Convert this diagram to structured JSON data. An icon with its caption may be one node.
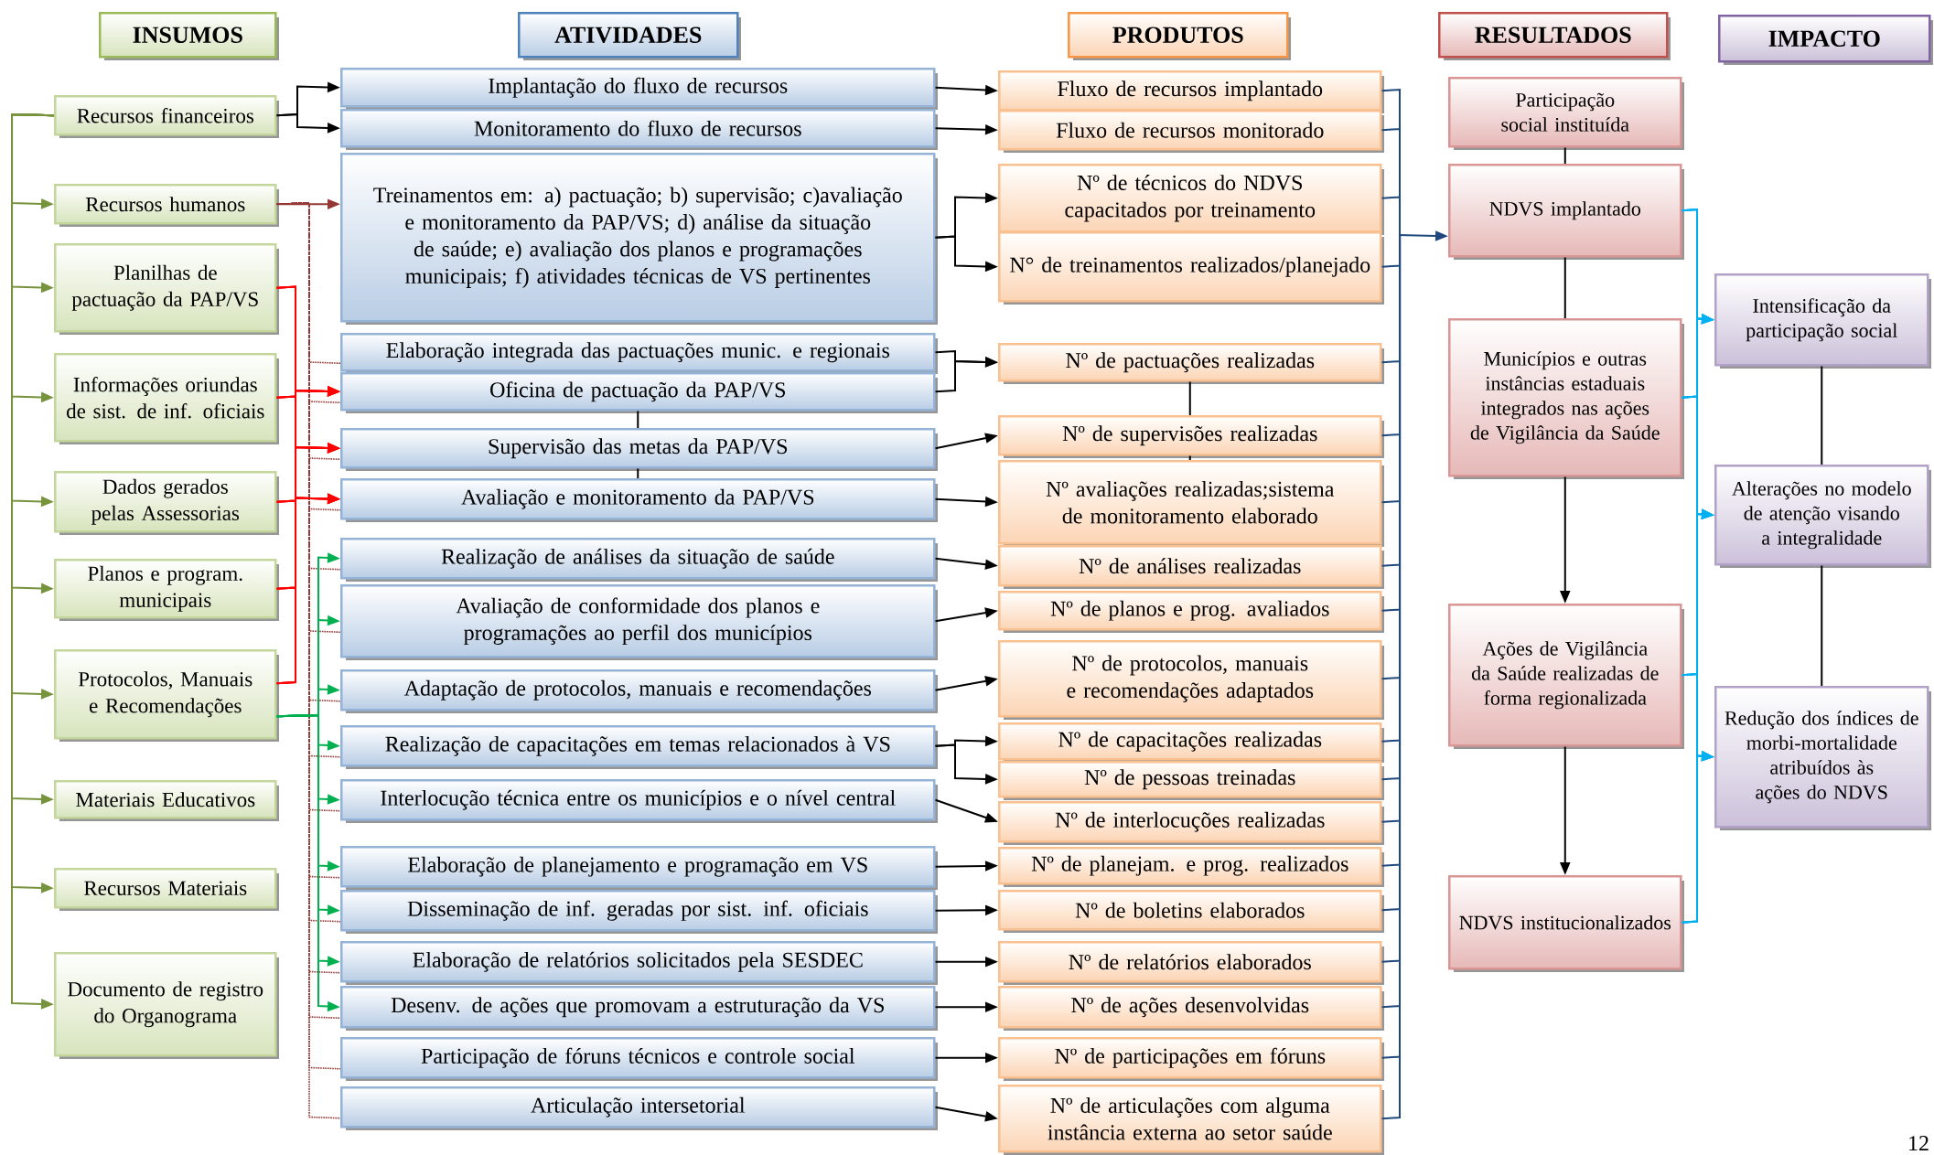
{
  "diagram": {
    "nodes": [
      {
        "text": [
          "INSUMOS"
        ]
      },
      {
        "text": [
          "ATIVIDADES"
        ]
      },
      {
        "text": [
          "PRODUTOS"
        ]
      },
      {
        "text": [
          "RESULTADOS"
        ]
      },
      {
        "text": [
          "IMPACTO"
        ]
      },
      {
        "text": [
          "Recursos financeiros"
        ]
      },
      {
        "text": [
          "Recursos humanos"
        ]
      },
      {
        "text": [
          "Planilhas de pactuação da PAP/VS"
        ]
      },
      {
        "text": [
          "Informações oriundas de sist. de inf. oficiais"
        ]
      },
      {
        "text": [
          "Dados gerados pelas Assessorias"
        ]
      },
      {
        "text": [
          "Planos e program. municipais"
        ]
      },
      {
        "text": [
          "Protocolos, Manuais e Recomendações"
        ]
      },
      {
        "text": [
          "Materiais Educativos"
        ]
      },
      {
        "text": [
          "Recursos Materiais"
        ]
      },
      {
        "text": [
          "Documento de registro do Organograma"
        ]
      },
      {
        "text": [
          "Implantação do fluxo de recursos"
        ]
      },
      {
        "text": [
          "Monitoramento do fluxo de recursos"
        ]
      },
      {
        "text": [
          "Treinamentos em: a) pactuação; b) supervisão; c)avaliação e monitoramento da PAP/VS; d) análise da situação de saúde; e) avaliação dos planos e programações municipais; f) atividades técnicas de VS pertinentes"
        ]
      },
      {
        "text": [
          "Elaboração integrada das pactuações munic. e regionais"
        ]
      },
      {
        "text": [
          "Oficina de pactuação da PAP/VS"
        ]
      },
      {
        "text": [
          "Supervisão das metas da PAP/VS"
        ]
      },
      {
        "text": [
          "Avaliação e monitoramento da PAP/VS"
        ]
      },
      {
        "text": [
          "Realização de análises da situação de saúde"
        ]
      },
      {
        "text": [
          "Avaliação de conformidade dos planos e programações ao perfil dos municípios"
        ]
      },
      {
        "text": [
          "Adaptação de protocolos, manuais e recomendações"
        ]
      },
      {
        "text": [
          "Realização de capacitações em temas relacionados à VS"
        ]
      },
      {
        "text": [
          "Interlocução técnica entre os municípios e o nível central"
        ]
      },
      {
        "text": [
          "Elaboração de planejamento e programação em VS"
        ]
      },
      {
        "text": [
          "Disseminação de inf. geradas por sist. inf. oficiais"
        ]
      },
      {
        "text": [
          "Elaboração de relatórios solicitados pela SESDEC"
        ]
      },
      {
        "text": [
          "Desenv. de ações que promovam a estruturação da VS"
        ]
      },
      {
        "text": [
          "Participação de fóruns técnicos e controle social"
        ]
      },
      {
        "text": [
          "Articulação intersetorial"
        ]
      },
      {
        "text": [
          "Fluxo de recursos implantado"
        ]
      },
      {
        "text": [
          "Fluxo de recursos monitorado"
        ]
      },
      {
        "text": [
          "Nº de técnicos do NDVS capacitados por treinamento"
        ]
      },
      {
        "text": [
          "N° de treinamentos realizados/planejado"
        ]
      },
      {
        "text": [
          "Nº de pactuações realizadas"
        ]
      },
      {
        "text": [
          "Nº de supervisões realizadas"
        ]
      },
      {
        "text": [
          "Nº avaliações realizadas;sistema de monitoramento elaborado"
        ]
      },
      {
        "text": [
          "Nº de análises realizadas"
        ]
      },
      {
        "text": [
          "Nº de planos e prog. avaliados"
        ]
      },
      {
        "text": [
          "Nº de protocolos, manuais e recomendações adaptados"
        ]
      },
      {
        "text": [
          "Nº de capacitações realizadas"
        ]
      },
      {
        "text": [
          "Nº de pessoas treinadas"
        ]
      },
      {
        "text": [
          "Nº de interlocuções realizadas"
        ]
      },
      {
        "text": [
          "Nº de planejam. e prog. realizados"
        ]
      },
      {
        "text": [
          "Nº de boletins elaborados"
        ]
      },
      {
        "text": [
          "Nº de relatórios elaborados"
        ]
      },
      {
        "text": [
          "Nº de ações desenvolvidas"
        ]
      },
      {
        "text": [
          "Nº de participações em fóruns"
        ]
      },
      {
        "text": [
          "Nº de articulações com alguma instância externa ao setor saúde"
        ]
      },
      {
        "text": [
          "Participação social instituída"
        ]
      },
      {
        "text": [
          "NDVS implantado"
        ]
      },
      {
        "text": [
          "Municípios e outras instâncias estaduais integrados nas ações de Vigilância da Saúde"
        ]
      },
      {
        "text": [
          "Ações de Vigilância da Saúde realizadas de forma regionalizada"
        ]
      },
      {
        "text": [
          "NDVS institucionalizados"
        ]
      },
      {
        "text": [
          "Intensificação da participação social"
        ]
      },
      {
        "text": [
          "Alterações no modelo de atenção visando a integralidade"
        ]
      },
      {
        "text": [
          "Redução dos índices de morbi-mortalidade atribuídos às ações do NDVS"
        ]
      }
    ],
    "edges": [
      {
        "from": 5,
        "to": 6,
        "arrow": "to",
        "color": "#77933c"
      },
      {
        "from": 5,
        "to": 7,
        "arrow": "to",
        "color": "#77933c"
      },
      {
        "from": 5,
        "to": 8,
        "arrow": "to",
        "color": "#77933c"
      },
      {
        "from": 5,
        "to": 9,
        "arrow": "to",
        "color": "#77933c"
      },
      {
        "from": 5,
        "to": 10,
        "arrow": "to",
        "color": "#77933c"
      },
      {
        "from": 5,
        "to": 11,
        "arrow": "to",
        "color": "#77933c"
      },
      {
        "from": 5,
        "to": 12,
        "arrow": "to",
        "color": "#77933c"
      },
      {
        "from": 5,
        "to": 13,
        "arrow": "to",
        "color": "#77933c"
      },
      {
        "from": 5,
        "to": 14,
        "arrow": "to",
        "color": "#77933c"
      },
      {
        "from": 5,
        "to": 15,
        "arrow": "to"
      },
      {
        "from": 5,
        "to": 16,
        "arrow": "to"
      },
      {
        "from": 6,
        "to": 17,
        "arrow": "to",
        "color": "#953735"
      },
      {
        "from": 6,
        "to": 18,
        "arrow": "none",
        "style": "dashed",
        "color": "#953735"
      },
      {
        "from": 6,
        "to": 19,
        "arrow": "none",
        "style": "dashed",
        "color": "#953735"
      },
      {
        "from": 6,
        "to": 20,
        "arrow": "none",
        "style": "dashed",
        "color": "#953735"
      },
      {
        "from": 6,
        "to": 21,
        "arrow": "none",
        "style": "dashed",
        "color": "#953735"
      },
      {
        "from": 6,
        "to": 22,
        "arrow": "none",
        "style": "dashed",
        "color": "#953735"
      },
      {
        "from": 6,
        "to": 23,
        "arrow": "none",
        "style": "dashed",
        "color": "#953735"
      },
      {
        "from": 6,
        "to": 24,
        "arrow": "none",
        "style": "dashed",
        "color": "#953735"
      },
      {
        "from": 6,
        "to": 25,
        "arrow": "none",
        "style": "dashed",
        "color": "#953735"
      },
      {
        "from": 6,
        "to": 26,
        "arrow": "none",
        "style": "dashed",
        "color": "#953735"
      },
      {
        "from": 6,
        "to": 27,
        "arrow": "none",
        "style": "dashed",
        "color": "#953735"
      },
      {
        "from": 6,
        "to": 28,
        "arrow": "none",
        "style": "dashed",
        "color": "#953735"
      },
      {
        "from": 6,
        "to": 29,
        "arrow": "none",
        "style": "dashed",
        "color": "#953735"
      },
      {
        "from": 6,
        "to": 30,
        "arrow": "none",
        "style": "dashed",
        "color": "#953735"
      },
      {
        "from": 6,
        "to": 31,
        "arrow": "none",
        "style": "dashed",
        "color": "#953735"
      },
      {
        "from": 6,
        "to": 32,
        "arrow": "none",
        "style": "dashed",
        "color": "#953735"
      },
      {
        "from": 7,
        "to": 19,
        "arrow": "to",
        "color": "#ff0000"
      },
      {
        "from": 7,
        "to": 20,
        "arrow": "to",
        "color": "#ff0000"
      },
      {
        "from": 7,
        "to": 21,
        "arrow": "to",
        "color": "#ff0000"
      },
      {
        "from": 8,
        "to": 19,
        "arrow": "to",
        "color": "#ff0000"
      },
      {
        "from": 8,
        "to": 20,
        "arrow": "to",
        "color": "#ff0000"
      },
      {
        "from": 8,
        "to": 21,
        "arrow": "to",
        "color": "#ff0000"
      },
      {
        "from": 9,
        "to": 19,
        "arrow": "to",
        "color": "#ff0000"
      },
      {
        "from": 9,
        "to": 20,
        "arrow": "to",
        "color": "#ff0000"
      },
      {
        "from": 9,
        "to": 21,
        "arrow": "to",
        "color": "#ff0000"
      },
      {
        "from": 10,
        "to": 19,
        "arrow": "to",
        "color": "#ff0000"
      },
      {
        "from": 10,
        "to": 20,
        "arrow": "to",
        "color": "#ff0000"
      },
      {
        "from": 10,
        "to": 21,
        "arrow": "to",
        "color": "#ff0000"
      },
      {
        "from": 11,
        "to": 19,
        "arrow": "to",
        "color": "#ff0000"
      },
      {
        "from": 11,
        "to": 20,
        "arrow": "to",
        "color": "#ff0000"
      },
      {
        "from": 11,
        "to": 21,
        "arrow": "to",
        "color": "#ff0000"
      },
      {
        "from": 11,
        "to": 22,
        "arrow": "to",
        "color": "#00b050"
      },
      {
        "from": 11,
        "to": 23,
        "arrow": "to",
        "color": "#00b050"
      },
      {
        "from": 11,
        "to": 24,
        "arrow": "to",
        "color": "#00b050"
      },
      {
        "from": 11,
        "to": 25,
        "arrow": "to",
        "color": "#00b050"
      },
      {
        "from": 11,
        "to": 26,
        "arrow": "to",
        "color": "#00b050"
      },
      {
        "from": 11,
        "to": 27,
        "arrow": "to",
        "color": "#00b050"
      },
      {
        "from": 11,
        "to": 28,
        "arrow": "to",
        "color": "#00b050"
      },
      {
        "from": 11,
        "to": 29,
        "arrow": "to",
        "color": "#00b050"
      },
      {
        "from": 11,
        "to": 30,
        "arrow": "to",
        "color": "#00b050"
      },
      {
        "from": 15,
        "to": 33,
        "arrow": "to"
      },
      {
        "from": 16,
        "to": 34,
        "arrow": "to"
      },
      {
        "from": 17,
        "to": 35,
        "arrow": "to"
      },
      {
        "from": 17,
        "to": 36,
        "arrow": "to"
      },
      {
        "from": 18,
        "to": 37,
        "arrow": "to"
      },
      {
        "from": 19,
        "to": 37,
        "arrow": "to"
      },
      {
        "from": 19,
        "to": 20,
        "arrow": "none"
      },
      {
        "from": 20,
        "to": 21,
        "arrow": "none"
      },
      {
        "from": 20,
        "to": 38,
        "arrow": "to"
      },
      {
        "from": 21,
        "to": 39,
        "arrow": "to"
      },
      {
        "from": 22,
        "to": 40,
        "arrow": "to"
      },
      {
        "from": 23,
        "to": 41,
        "arrow": "to"
      },
      {
        "from": 24,
        "to": 42,
        "arrow": "to"
      },
      {
        "from": 25,
        "to": 43,
        "arrow": "to"
      },
      {
        "from": 25,
        "to": 44,
        "arrow": "to"
      },
      {
        "from": 26,
        "to": 45,
        "arrow": "to"
      },
      {
        "from": 27,
        "to": 46,
        "arrow": "to"
      },
      {
        "from": 28,
        "to": 47,
        "arrow": "to"
      },
      {
        "from": 29,
        "to": 48,
        "arrow": "to"
      },
      {
        "from": 30,
        "to": 49,
        "arrow": "to"
      },
      {
        "from": 31,
        "to": 50,
        "arrow": "to"
      },
      {
        "from": 32,
        "to": 51,
        "arrow": "to"
      },
      {
        "from": 37,
        "to": 38,
        "arrow": "none"
      },
      {
        "from": 38,
        "to": 39,
        "arrow": "none"
      },
      {
        "from": 33,
        "to": 53,
        "arrow": "to",
        "color": "#1f497d"
      },
      {
        "from": 34,
        "to": 53,
        "arrow": "to",
        "color": "#1f497d"
      },
      {
        "from": 35,
        "to": 53,
        "arrow": "to",
        "color": "#1f497d"
      },
      {
        "from": 36,
        "to": 53,
        "arrow": "to",
        "color": "#1f497d"
      },
      {
        "from": 37,
        "to": 53,
        "arrow": "to",
        "color": "#1f497d"
      },
      {
        "from": 38,
        "to": 53,
        "arrow": "to",
        "color": "#1f497d"
      },
      {
        "from": 39,
        "to": 53,
        "arrow": "to",
        "color": "#1f497d"
      },
      {
        "from": 40,
        "to": 53,
        "arrow": "to",
        "color": "#1f497d"
      },
      {
        "from": 41,
        "to": 53,
        "arrow": "to",
        "color": "#1f497d"
      },
      {
        "from": 42,
        "to": 53,
        "arrow": "to",
        "color": "#1f497d"
      },
      {
        "from": 43,
        "to": 53,
        "arrow": "to",
        "color": "#1f497d"
      },
      {
        "from": 44,
        "to": 53,
        "arrow": "to",
        "color": "#1f497d"
      },
      {
        "from": 45,
        "to": 53,
        "arrow": "to",
        "color": "#1f497d"
      },
      {
        "from": 46,
        "to": 53,
        "arrow": "to",
        "color": "#1f497d"
      },
      {
        "from": 47,
        "to": 53,
        "arrow": "to",
        "color": "#1f497d"
      },
      {
        "from": 48,
        "to": 53,
        "arrow": "to",
        "color": "#1f497d"
      },
      {
        "from": 49,
        "to": 53,
        "arrow": "to",
        "color": "#1f497d"
      },
      {
        "from": 50,
        "to": 53,
        "arrow": "to",
        "color": "#1f497d"
      },
      {
        "from": 51,
        "to": 53,
        "arrow": "to",
        "color": "#1f497d"
      },
      {
        "from": 52,
        "to": 53,
        "arrow": "none"
      },
      {
        "from": 53,
        "to": 54,
        "arrow": "none"
      },
      {
        "from": 54,
        "to": 55,
        "arrow": "to"
      },
      {
        "from": 55,
        "to": 56,
        "arrow": "to"
      },
      {
        "from": 53,
        "to": 57,
        "arrow": "to",
        "color": "#00b0f0"
      },
      {
        "from": 53,
        "to": 58,
        "arrow": "to",
        "color": "#00b0f0"
      },
      {
        "from": 53,
        "to": 59,
        "arrow": "to",
        "color": "#00b0f0"
      },
      {
        "from": 54,
        "to": 57,
        "arrow": "to",
        "color": "#00b0f0"
      },
      {
        "from": 54,
        "to": 58,
        "arrow": "to",
        "color": "#00b0f0"
      },
      {
        "from": 54,
        "to": 59,
        "arrow": "to",
        "color": "#00b0f0"
      },
      {
        "from": 55,
        "to": 57,
        "arrow": "to",
        "color": "#00b0f0"
      },
      {
        "from": 55,
        "to": 58,
        "arrow": "to",
        "color": "#00b0f0"
      },
      {
        "from": 55,
        "to": 59,
        "arrow": "to",
        "color": "#00b0f0"
      },
      {
        "from": 56,
        "to": 57,
        "arrow": "to",
        "color": "#00b0f0"
      },
      {
        "from": 56,
        "to": 58,
        "arrow": "to",
        "color": "#00b0f0"
      },
      {
        "from": 56,
        "to": 59,
        "arrow": "to",
        "color": "#00b0f0"
      },
      {
        "from": 57,
        "to": 58,
        "arrow": "none"
      },
      {
        "from": 58,
        "to": 59,
        "arrow": "none"
      }
    ],
    "labels": [
      "12"
    ]
  }
}
